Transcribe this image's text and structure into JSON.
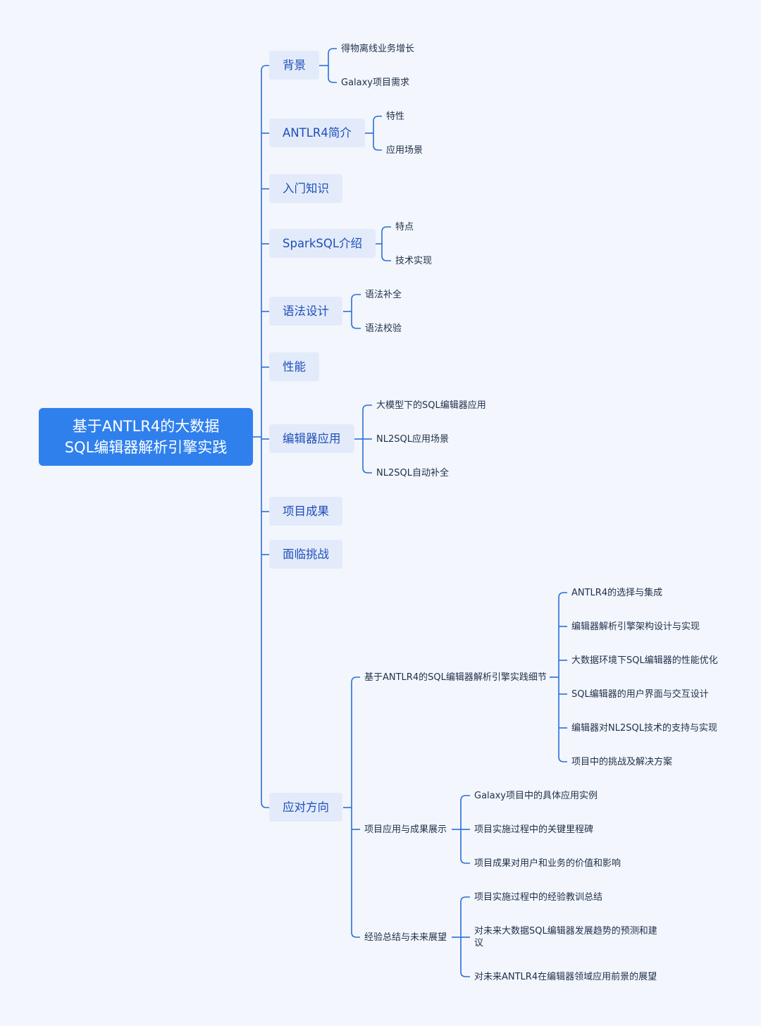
{
  "root": {
    "title": "基于ANTLR4的大数据\nSQL编辑器解析引擎实践"
  },
  "branches": [
    {
      "label": "背景",
      "children": [
        "得物离线业务增长",
        "Galaxy项目需求"
      ]
    },
    {
      "label": "ANTLR4简介",
      "children": [
        "特性",
        "应用场景"
      ]
    },
    {
      "label": "入门知识",
      "children": []
    },
    {
      "label": "SparkSQL介绍",
      "children": [
        "特点",
        "技术实现"
      ]
    },
    {
      "label": "语法设计",
      "children": [
        "语法补全",
        "语法校验"
      ]
    },
    {
      "label": "性能",
      "children": []
    },
    {
      "label": "编辑器应用",
      "children": [
        "大模型下的SQL编辑器应用",
        "NL2SQL应用场景",
        "NL2SQL自动补全"
      ]
    },
    {
      "label": "项目成果",
      "children": []
    },
    {
      "label": "面临挑战",
      "children": []
    },
    {
      "label": "应对方向",
      "children": [
        {
          "label": "基于ANTLR4的SQL编辑器解析引擎实践细节",
          "children": [
            "ANTLR4的选择与集成",
            "编辑器解析引擎架构设计与实现",
            "大数据环境下SQL编辑器的性能优化",
            "SQL编辑器的用户界面与交互设计",
            "编辑器对NL2SQL技术的支持与实现",
            "项目中的挑战及解决方案"
          ]
        },
        {
          "label": "项目应用与成果展示",
          "children": [
            "Galaxy项目中的具体应用实例",
            "项目实施过程中的关键里程碑",
            "项目成果对用户和业务的价值和影响"
          ]
        },
        {
          "label": "经验总结与未来展望",
          "children": [
            "项目实施过程中的经验教训总结",
            "对未来大数据SQL编辑器发展趋势的预测和建议",
            "对未来ANTLR4在编辑器领域应用前景的展望"
          ]
        }
      ]
    }
  ],
  "style": {
    "line_color": "#2a6fd6",
    "root_color": "#2f80ed",
    "node_fill": "#e3ebfb",
    "background": "#f3f6fc"
  }
}
